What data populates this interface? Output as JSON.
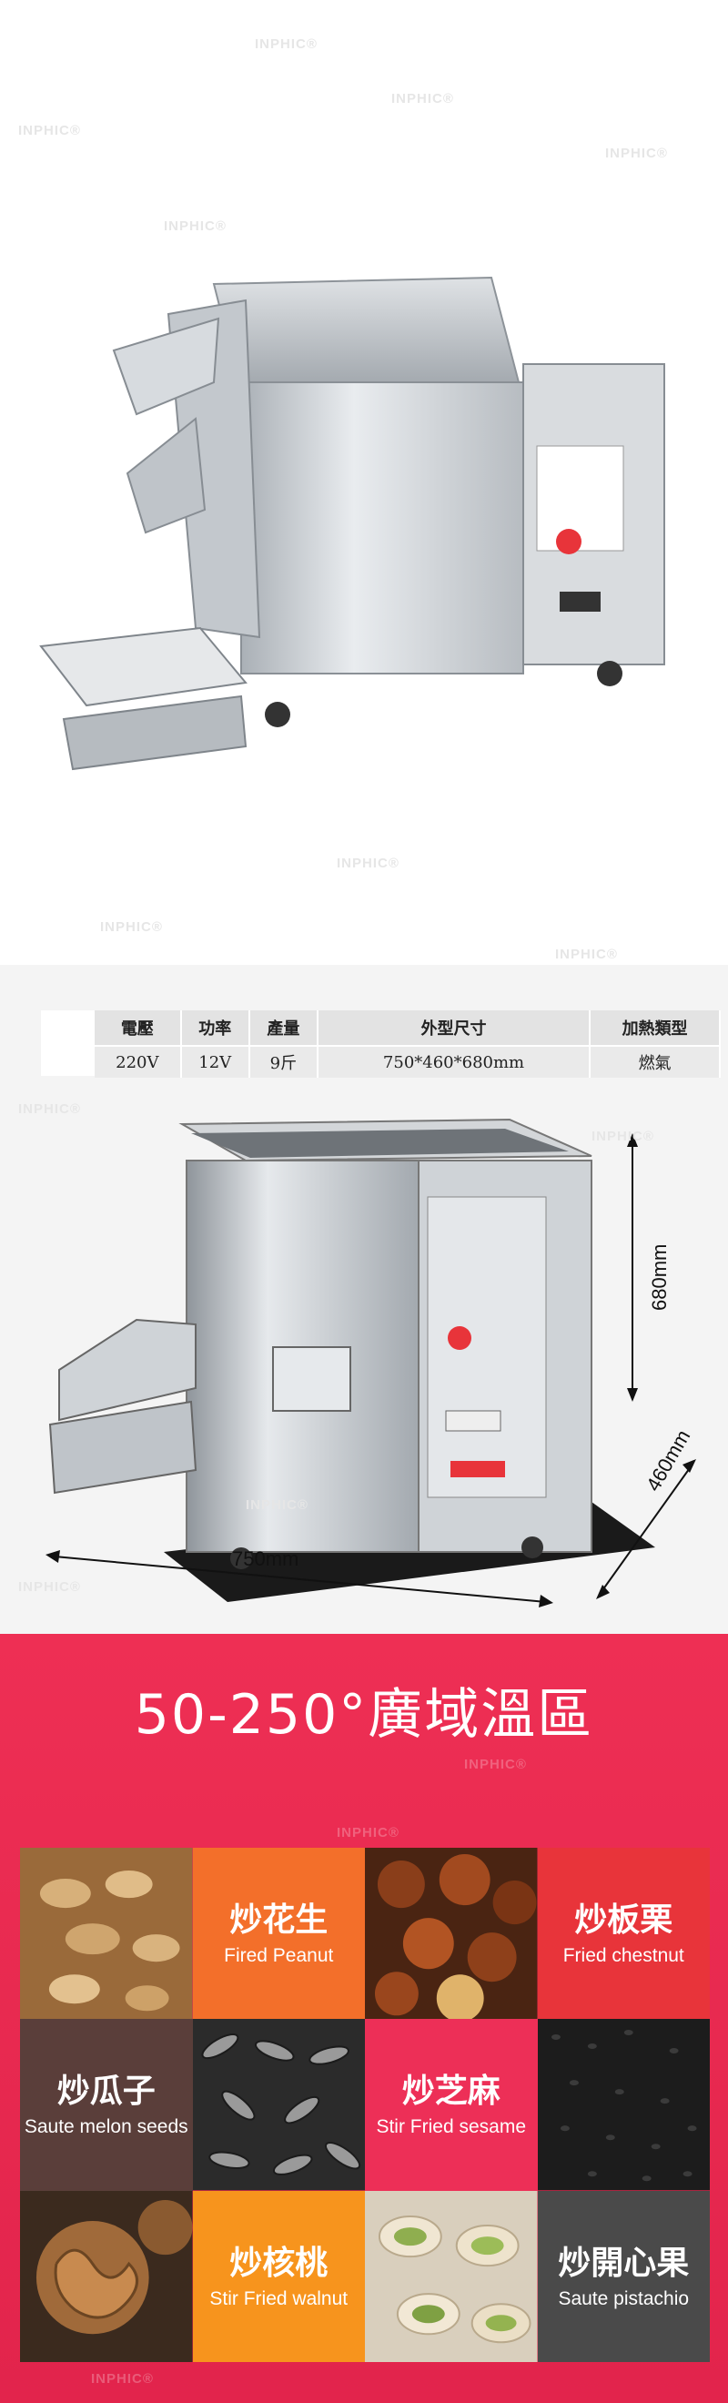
{
  "watermark": "INPHIC®",
  "specs": {
    "headers": [
      "電壓",
      "功率",
      "產量",
      "外型尺寸",
      "加熱類型"
    ],
    "values": [
      "220V",
      "12V",
      "9斤",
      "750*460*680mm",
      "燃氣"
    ]
  },
  "dimensions": {
    "width": "750mm",
    "depth": "460mm",
    "height": "680mm"
  },
  "temperature": {
    "title": "50-250°廣域溫區"
  },
  "foods": [
    {
      "cn": "炒花生",
      "en": "Fired Peanut",
      "bg": "#f36f2a"
    },
    {
      "cn": "炒板栗",
      "en": "Fried chestnut",
      "bg": "#e8343a"
    },
    {
      "cn": "炒瓜子",
      "en": "Saute melon seeds",
      "bg": "#5a3e3a"
    },
    {
      "cn": "炒芝麻",
      "en": "Stir Fried sesame",
      "bg": "#ed2f57"
    },
    {
      "cn": "炒核桃",
      "en": "Stir Fried walnut",
      "bg": "#f7941d"
    },
    {
      "cn": "炒開心果",
      "en": "Saute pistachio",
      "bg": "#4a4a4a"
    }
  ],
  "colors": {
    "accent_red": "#e2244c",
    "steel": "#c9cdd1"
  }
}
